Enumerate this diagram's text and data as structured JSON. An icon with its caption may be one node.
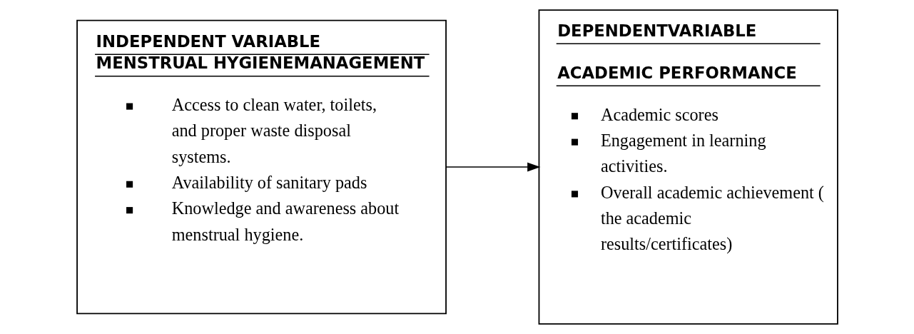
{
  "diagram": {
    "nodes": [
      {
        "text": [
          "INDEPENDENT VARIABLE MENSTRUAL HYGIENEMANAGEMENT",
          "Access to clean water, toilets, and proper waste disposal systems.",
          "Availability of sanitary pads",
          "Knowledge and awareness about menstrual hygiene."
        ]
      },
      {
        "text": [
          "DEPENDENTVARIABLE",
          "ACADEMIC PERFORMANCE",
          "Academic scores",
          "Engagement in learning activities.",
          "Overall academic achievement ( the academic results/certificates)"
        ]
      }
    ],
    "edges": [
      {
        "from": 0,
        "to": 1,
        "arrow": "to"
      }
    ]
  }
}
